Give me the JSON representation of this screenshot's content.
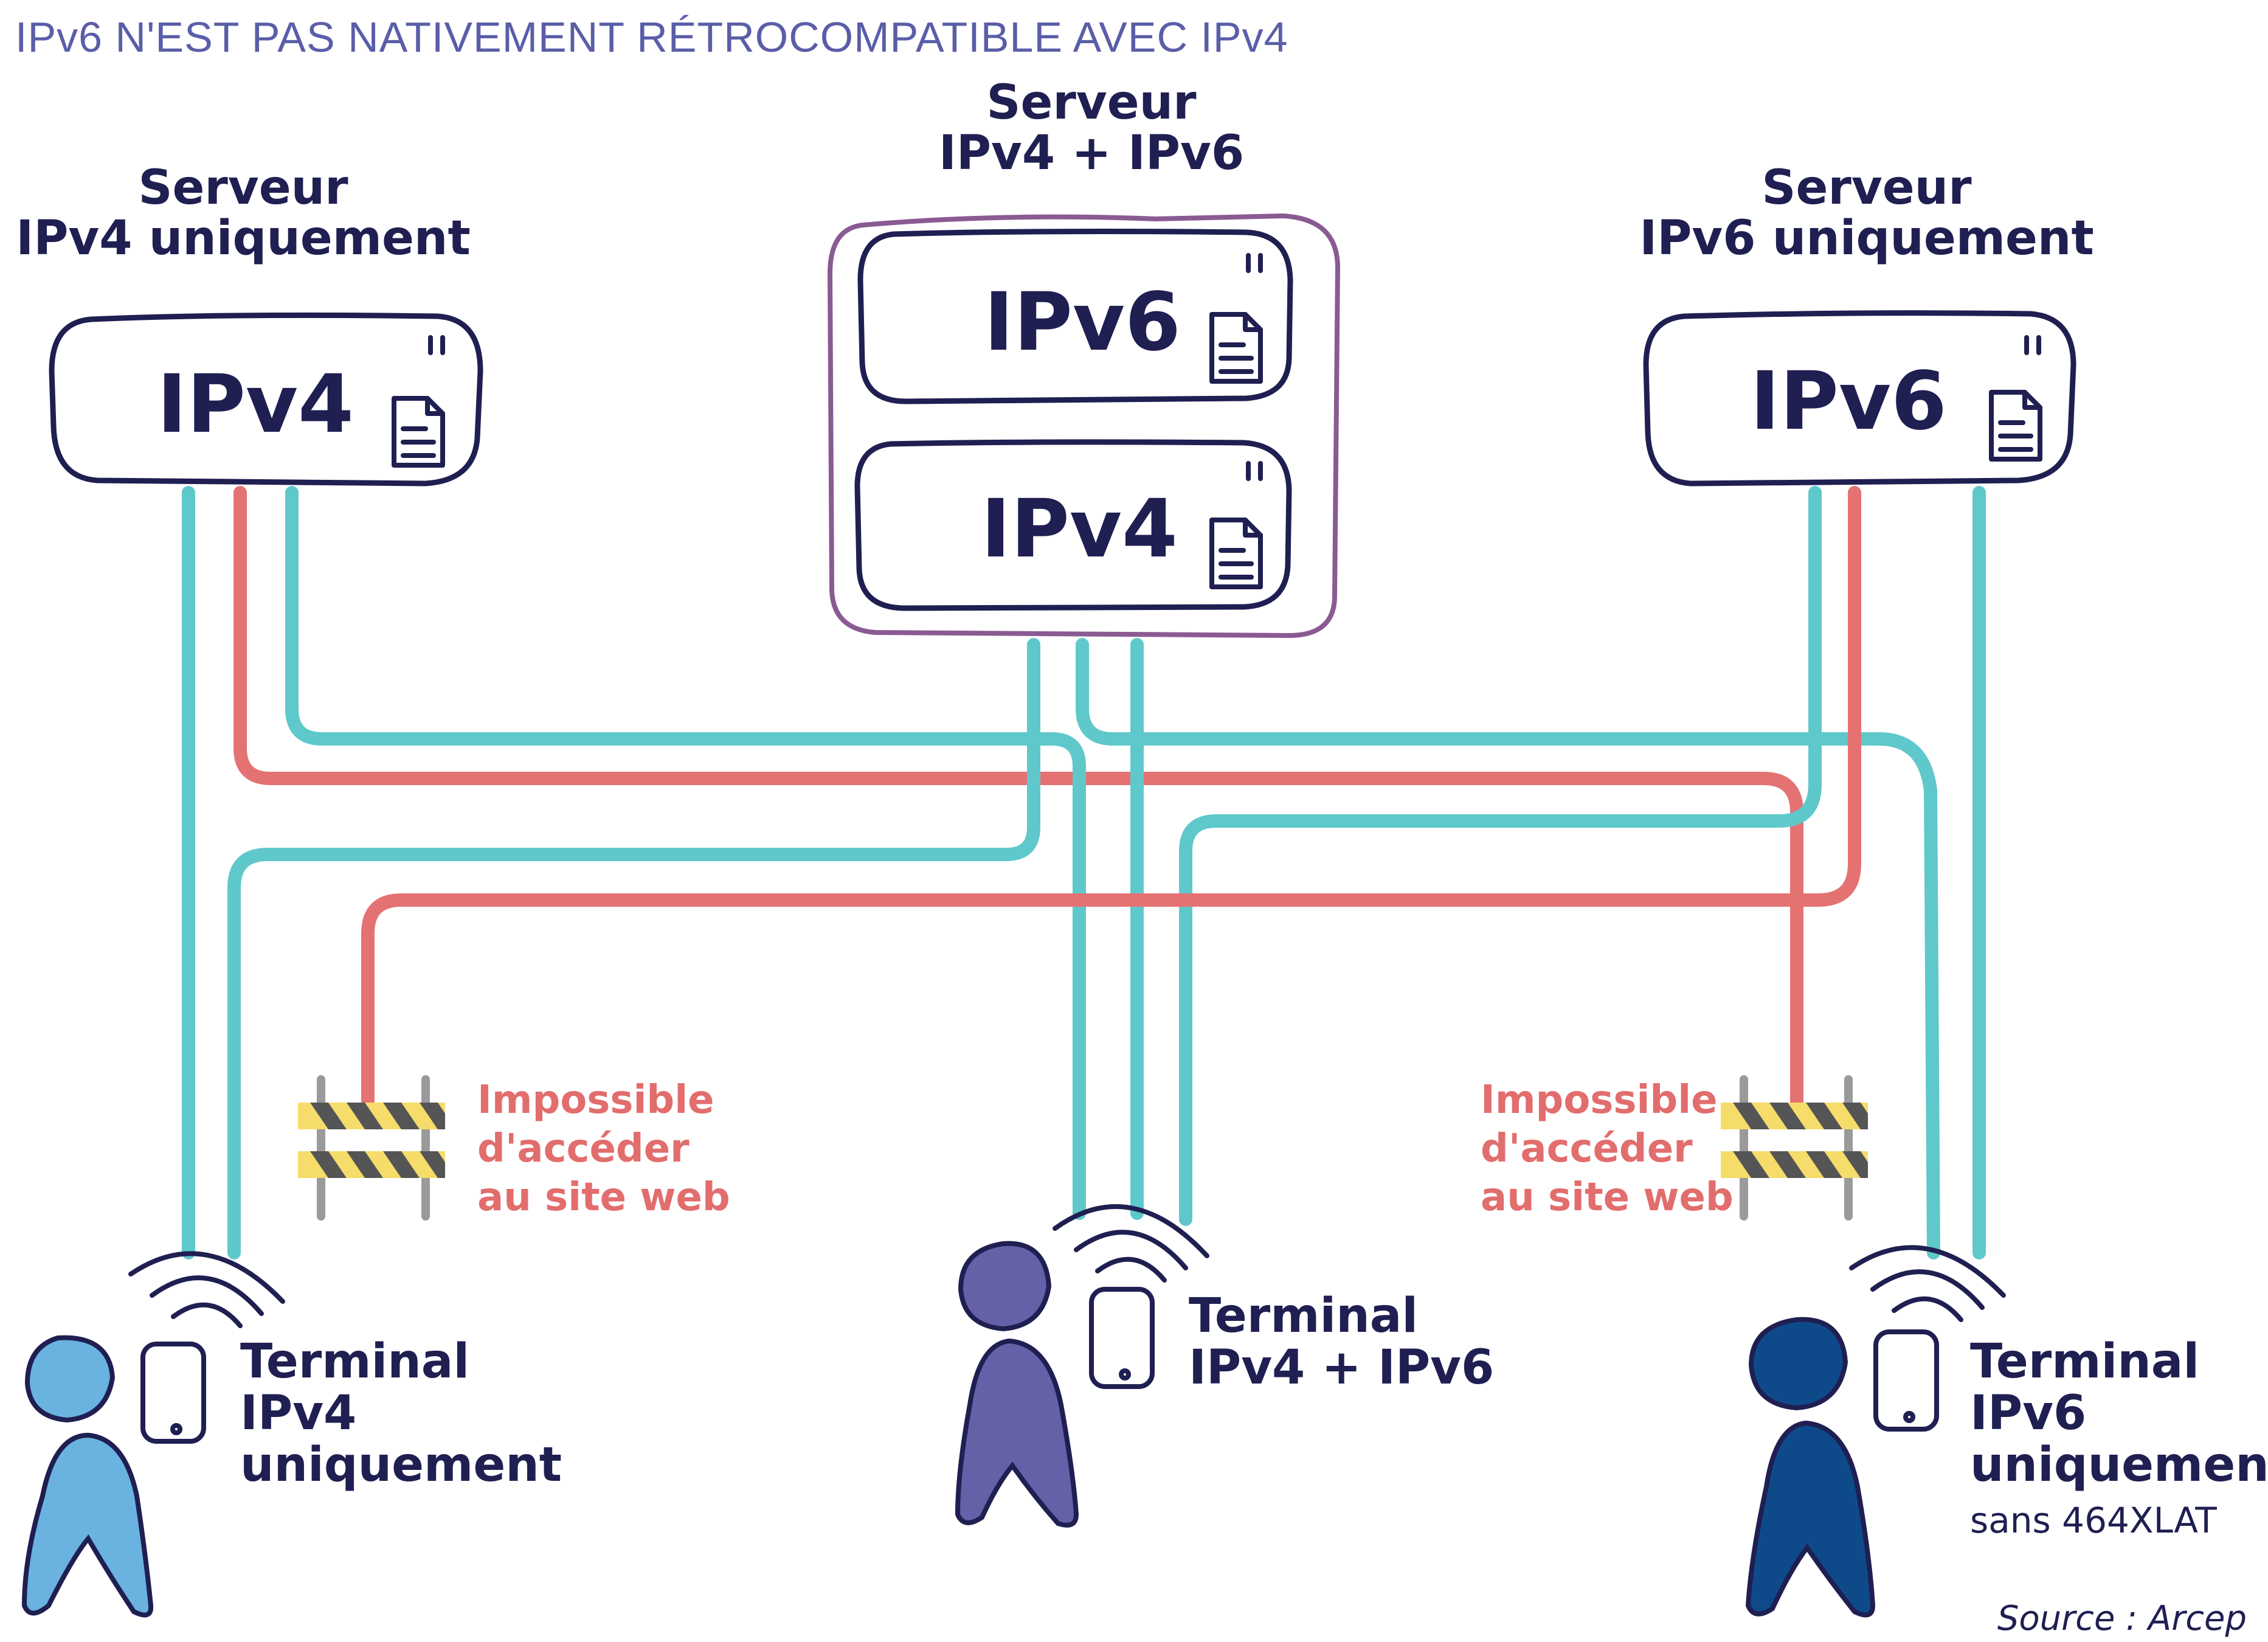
{
  "title": "IPv6 N'EST PAS NATIVEMENT RÉTROCOMPATIBLE AVEC IPv4",
  "servers": {
    "left": {
      "line1": "Serveur",
      "line2": "IPv4 uniquement",
      "box": "IPv4"
    },
    "center": {
      "line1": "Serveur",
      "line2": "IPv4 + IPv6",
      "box_top": "IPv6",
      "box_bottom": "IPv4"
    },
    "right": {
      "line1": "Serveur",
      "line2": "IPv6 uniquement",
      "box": "IPv6"
    }
  },
  "warnings": {
    "left": {
      "line1": "Impossible",
      "line2": "d'accéder",
      "line3": "au site web"
    },
    "right": {
      "line1": "Impossible",
      "line2": "d'accéder",
      "line3": "au site web"
    }
  },
  "terminals": {
    "left": {
      "line1": "Terminal",
      "line2": "IPv4",
      "line3": "uniquement"
    },
    "center": {
      "line1": "Terminal",
      "line2": "IPv4 + IPv6"
    },
    "right": {
      "line1": "Terminal",
      "line2": "IPv6",
      "line3": "uniquement",
      "note": "sans 464XLAT"
    }
  },
  "source": "Source : Arcep",
  "colors": {
    "teal": "#5fc8cb",
    "red": "#e57272",
    "navy": "#1f1f52",
    "purple_frame": "#8a5a92",
    "title": "#5a5ea8",
    "user_left": "#6ab3e0",
    "user_center": "#6561a8",
    "user_right": "#0e4a8a",
    "barrier_yellow": "#f5dc6b"
  },
  "icons": [
    "document-icon",
    "led-icon",
    "wifi-icon",
    "smartphone-icon",
    "person-icon",
    "barrier-icon"
  ]
}
